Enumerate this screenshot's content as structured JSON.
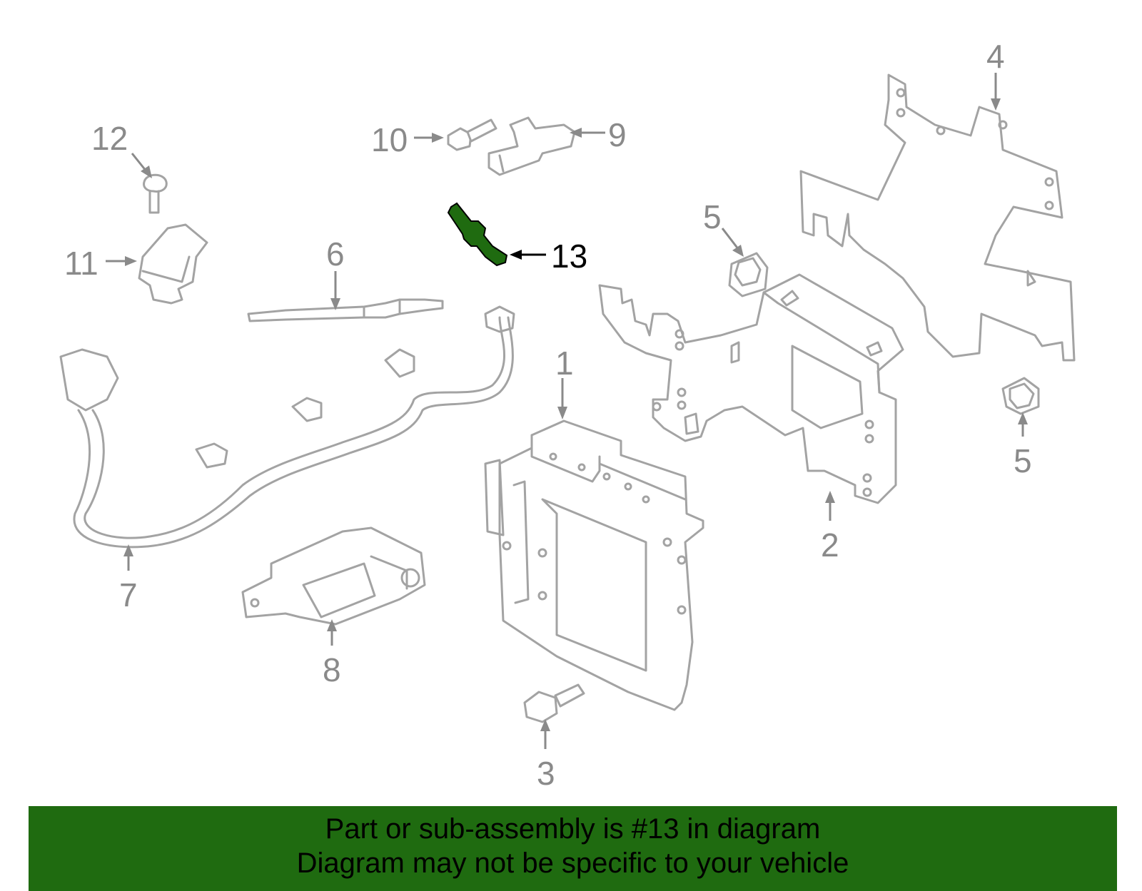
{
  "diagram": {
    "callouts": {
      "c1": "1",
      "c2": "2",
      "c3": "3",
      "c4": "4",
      "c5a": "5",
      "c5b": "5",
      "c6": "6",
      "c7": "7",
      "c8": "8",
      "c9": "9",
      "c10": "10",
      "c11": "11",
      "c12": "12",
      "c13": "13"
    },
    "highlight_color": "#1f6b10",
    "line_color": "#a3a3a3"
  },
  "banner": {
    "line1": "Part or sub-assembly is #13 in diagram",
    "line2": "Diagram may not be specific to your vehicle",
    "background": "#1f6b10"
  }
}
